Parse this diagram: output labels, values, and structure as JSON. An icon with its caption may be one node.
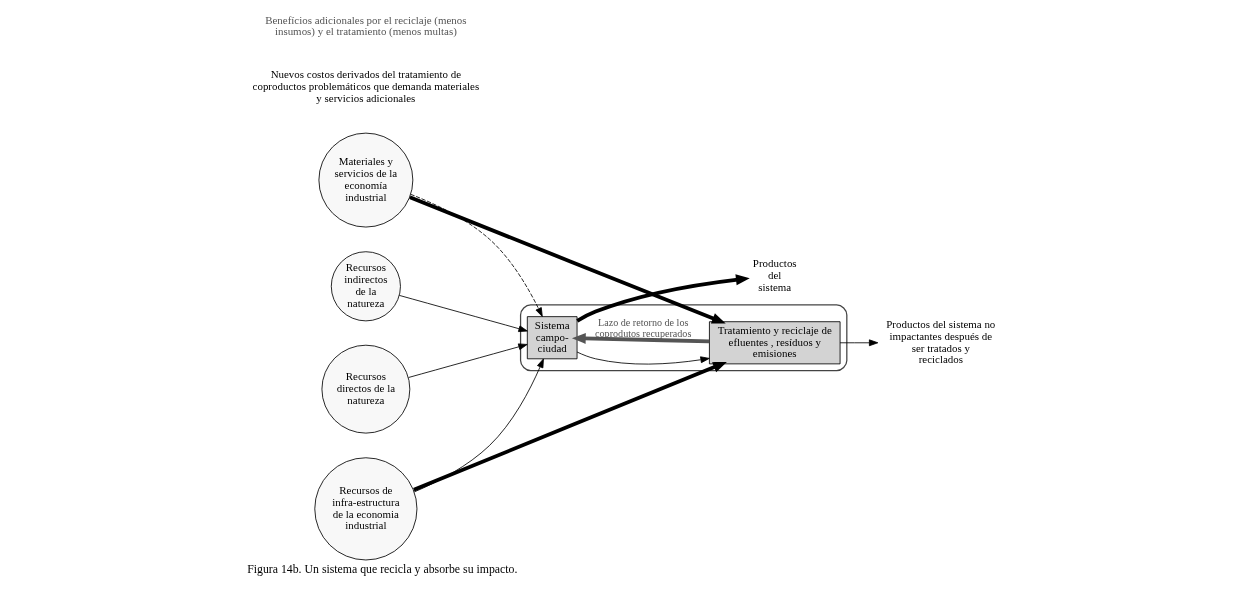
{
  "diagram": {
    "caption": "Figura 14b. Un sistema que recicla y absorbe su impacto.",
    "nodes": [
      {
        "text": [
          "Recursos de infra-estructura de la economia industrial"
        ]
      },
      {
        "text": [
          "Materiales y servicios de la economía industrial"
        ]
      },
      {
        "text": [
          "Recursos indirectos de la natureza"
        ]
      },
      {
        "text": [
          "Recursos directos de la natureza"
        ]
      },
      {
        "text": [],
        "shape": "box"
      },
      {
        "text": [
          "Sistema campo-ciudad"
        ],
        "in": 4
      },
      {
        "text": [
          "Tratamiento y reciclaje de efluentes , resíduos y emisiones"
        ],
        "in": 4
      },
      {
        "text": [
          "Productos del sistema"
        ]
      },
      {
        "text": [
          "Productos del sistema no impactantes después de ser tratados y reciclados"
        ]
      }
    ],
    "edges": [
      {
        "from": 0,
        "to": 5,
        "arrow": "to"
      },
      {
        "from": 0,
        "to": 6,
        "arrow": "to",
        "style": "thick"
      },
      {
        "from": 1,
        "to": 5,
        "arrow": "to",
        "style": "dashed"
      },
      {
        "from": 1,
        "to": 6,
        "arrow": "to",
        "style": "thick"
      },
      {
        "from": 2,
        "to": 5,
        "arrow": "to"
      },
      {
        "from": 3,
        "to": 5,
        "arrow": "to"
      },
      {
        "from": 5,
        "to": 6,
        "arrow": "to"
      },
      {
        "from": 5,
        "to": 7,
        "arrow": "to",
        "style": "thick"
      },
      {
        "from": 6,
        "to": 8,
        "arrow": "to"
      },
      {
        "from": 6,
        "to": 5,
        "arrow": "to",
        "style": "thick",
        "color": "#555555",
        "label": "Lazo de retorno de los coprodutos recuperados"
      }
    ],
    "labels": [
      "Nuevos costos derivados del tratamiento de coproductos problemáticos que demanda materiales y servicios adicionales",
      "Benefícios adicionales por el reciclaje (menos insumos) y el tratamiento (menos multas)"
    ]
  }
}
